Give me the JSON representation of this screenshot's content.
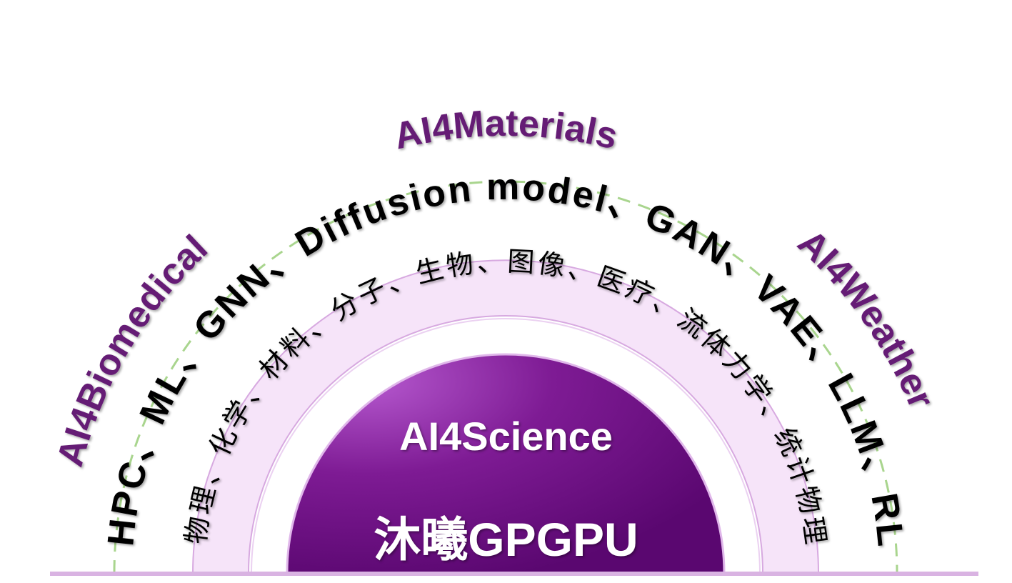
{
  "domains": {
    "top": "AI4Materials",
    "left": "AI4Biomedical",
    "right": "AI4Weather"
  },
  "methods": "HPC、ML、GNN、Diffusion model、GAN、VAE、LLM、RL",
  "fields": "物理、化学、材料、分子、生物、图像、医疗、流体力学、统计物理",
  "core": {
    "title": "AI4Science",
    "subtitle": "沐曦GPGPU"
  },
  "colors": {
    "domain_text": "#651E74",
    "core_dark": "#5E0A72",
    "core_light": "#A94BC2",
    "ring_fill": "#F6E4F9",
    "ring_edge": "#D7A9E0",
    "dashed_arc": "#A9D58E",
    "baseline": "#D9B3E2",
    "method_text": "#000000",
    "field_text": "#000000"
  }
}
